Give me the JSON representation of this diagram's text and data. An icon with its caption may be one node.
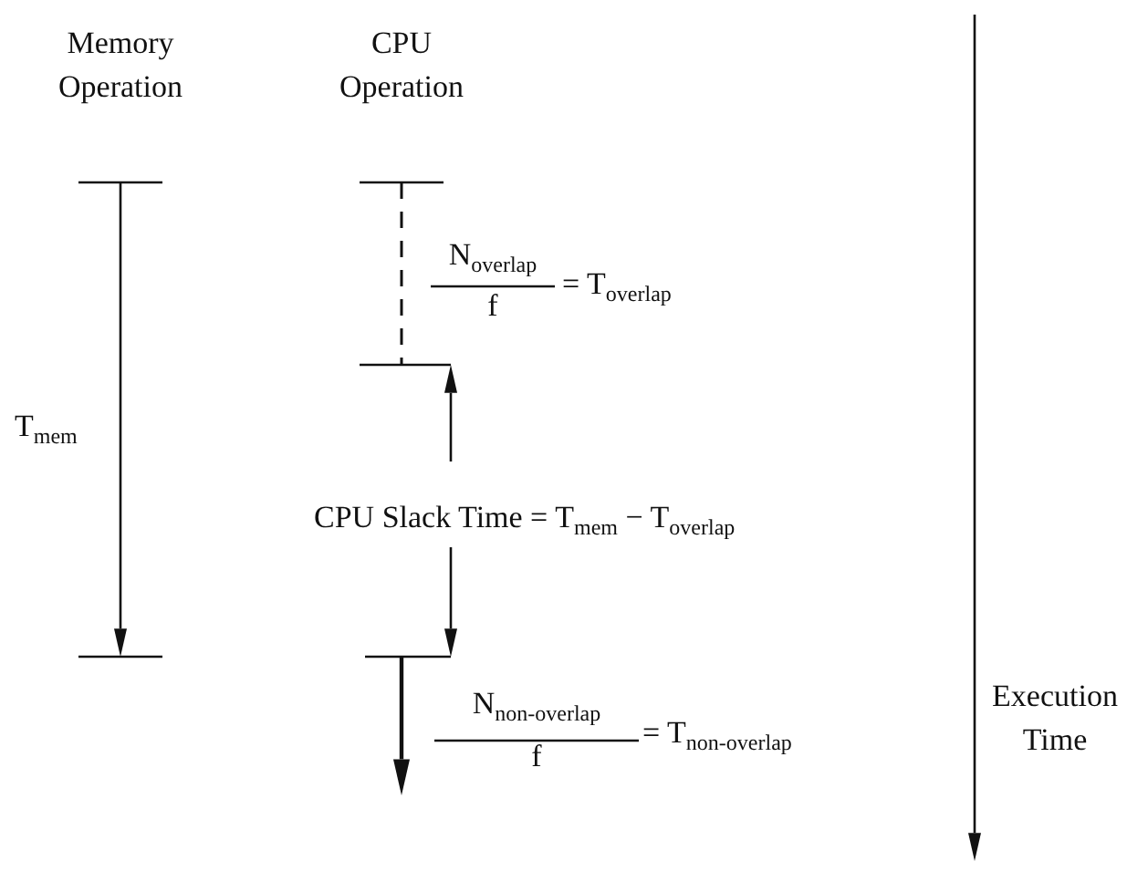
{
  "diagram": {
    "labels": [
      "Memory Operation",
      "CPU Operation",
      "T$_{mem}$",
      "N$_{overlap}$",
      "f",
      "= T$_{overlap}$",
      "CPU Slack Time = T$_{mem}$ − T$_{overlap}$",
      "N$_{non-overlap}$",
      "f",
      "= T$_{non-overlap}$",
      "Execution Time"
    ]
  }
}
